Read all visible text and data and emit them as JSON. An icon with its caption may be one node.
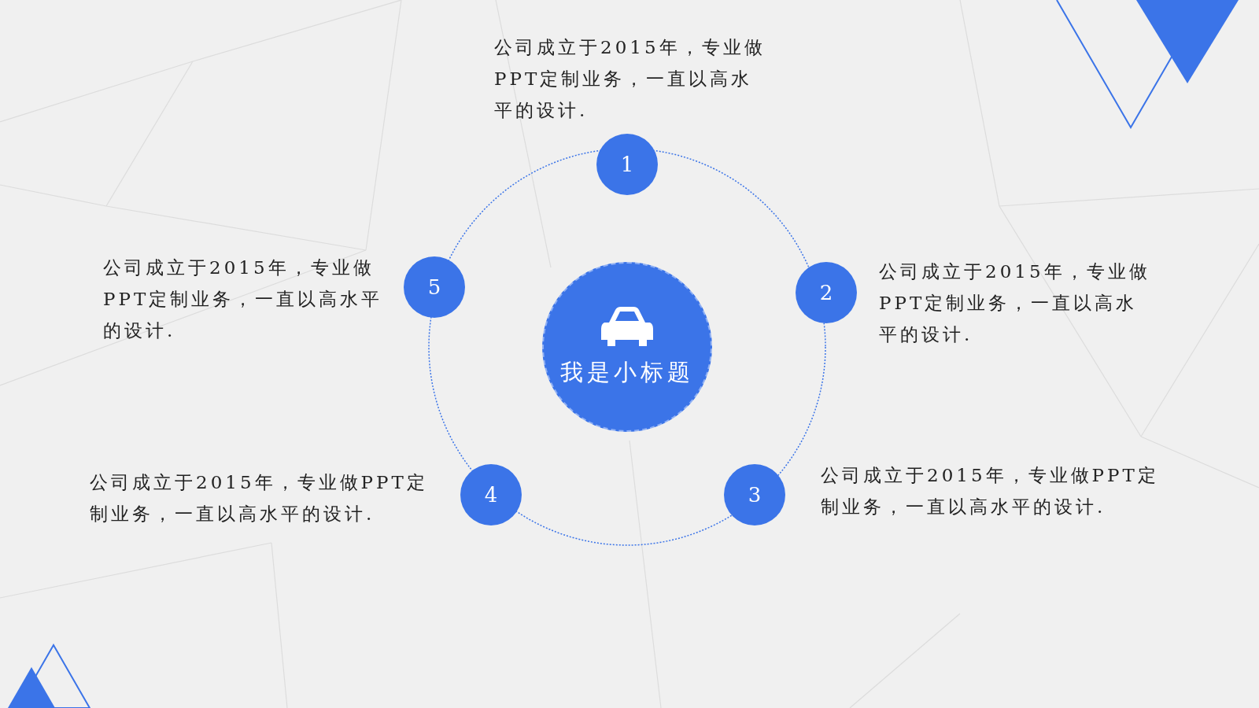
{
  "diagram": {
    "nodes": [
      {
        "text": [
          "1"
        ],
        "beside": [
          "公司成立于2015年，专业做PPT定制业务，一直以高水平的设计."
        ]
      },
      {
        "text": [
          "5"
        ],
        "beside": [
          "公司成立于2015年，专业做PPT定制业务，一直以高水平的设计."
        ]
      },
      {
        "text": [
          "2"
        ],
        "beside": [
          "公司成立于2015年，专业做PPT定制业务，一直以高水平的设计."
        ]
      },
      {
        "text": [
          "我是小标题"
        ]
      },
      {
        "text": [
          "4"
        ],
        "beside": [
          "公司成立于2015年，专业做PPT定制业务，一直以高水平的设计."
        ]
      },
      {
        "text": [
          "3"
        ],
        "beside": [
          "公司成立于2015年，专业做PPT定制业务，一直以高水平的设计."
        ]
      }
    ]
  }
}
